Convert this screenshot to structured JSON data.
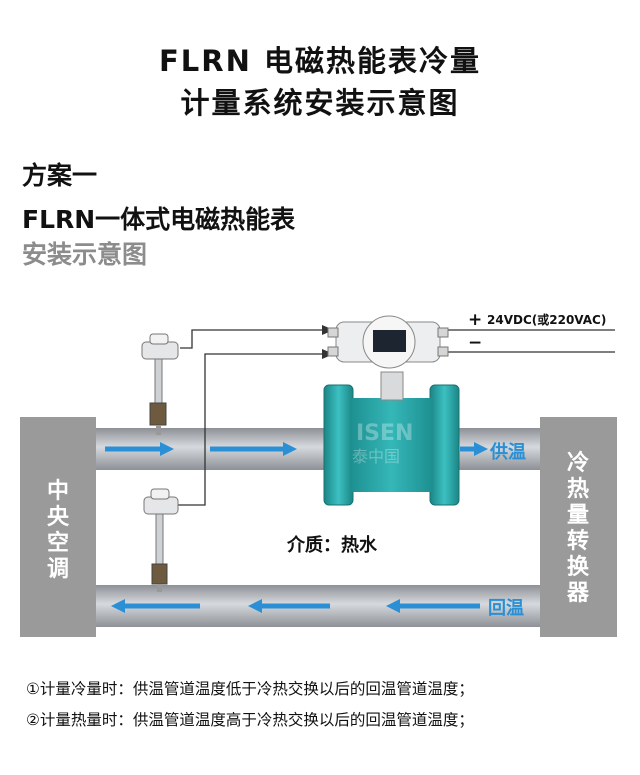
{
  "title": {
    "line1": "FLRN 电磁热能表冷量",
    "line2": "计量系统安装示意图"
  },
  "scheme": {
    "label": "方案一",
    "product": "FLRN一体式电磁热能表",
    "caption": "安装示意图"
  },
  "diagram": {
    "power": {
      "plus": "+",
      "minus": "−",
      "label": "24VDC(或220VAC)"
    },
    "central_ac": "中央空调",
    "exchanger": "冷热量转换器",
    "supply_label": "供温",
    "return_label": "回温",
    "medium": "介质：热水",
    "watermark_latin": "ISEN",
    "watermark_cn": "泰中国",
    "colors": {
      "pipe": "#b8bcc1",
      "block": "#9a9a9a",
      "flow_arrow": "#2a8fd4",
      "meter_body": "#26a7a8"
    }
  },
  "notes": [
    "①计量冷量时：供温管道温度低于冷热交换以后的回温管道温度；",
    "②计量热量时：供温管道温度高于冷热交换以后的回温管道温度；"
  ]
}
